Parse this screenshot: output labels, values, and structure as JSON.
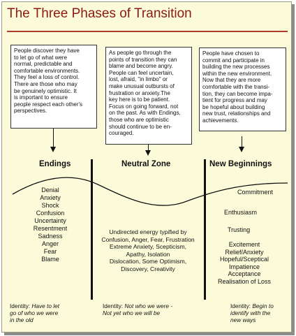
{
  "title": "The Three Phases of Transition",
  "callouts": {
    "endings": [
      "People discover they have",
      "to let go of what were",
      "normal, predictable and",
      "comfortable environments.",
      "They feel a loss of control.",
      "There are those who may",
      "be genuinely optimistic.  It",
      "is important to ensure",
      "people respect each other's",
      "perspectives."
    ],
    "neutral": [
      "As people go through the",
      "points of transition they can",
      "blame and become angry.",
      "People can feel uncertain,",
      "lost, afraid, \"in limbo\" or",
      "make unusual outbursts of",
      "frustration or anxiety.The",
      "key here is to be patient.",
      "Focus on going forward, not",
      "on the past.  As with Endings,",
      "those who are optimistic",
      "should continue to be en-",
      "couraged."
    ],
    "beginnings": [
      "People have chosen to",
      "commit and participate in",
      "building the new processes",
      "within the new environment.",
      "Now that they are more",
      "comfortable with the transi-",
      "tion, they can become impa-",
      "tient for progress and may",
      "be hopeful about building",
      "new trust, relationships and",
      "achievements."
    ]
  },
  "phases": {
    "endings": "Endings",
    "neutral": "Neutral Zone",
    "beginnings": "New Beginnings"
  },
  "endings_emotions": [
    "Denial",
    "Anxiety",
    "Shock",
    "Confusion",
    "Uncertainty",
    "Resentment",
    "Sadness",
    "Anger",
    "Fear",
    "Blame"
  ],
  "neutral_emotions": [
    "Undirected energy typified by",
    "Confusion, Anger, Fear, Frustration",
    "Extreme Anxiety, Scepticism,",
    "Apathy, Isolation",
    "Dislocation, Some Optimism,",
    "Discovery, Creativity"
  ],
  "beginnings_emotions": {
    "commitment": "Commitment",
    "enthusiasm": "Enthusiasm",
    "trusting": "Trusting",
    "stack": [
      "Excitement",
      "Relief/Anxiety",
      "Hopeful/Sceptical",
      "Impatience",
      "Acceptance",
      "Realisation of Loss"
    ]
  },
  "identity": {
    "label": "Identity:",
    "endings_line1": "Have to let",
    "endings_line2": "go of who we were",
    "endings_line3": "in the old",
    "neutral_line1": "Not who we were -",
    "neutral_line2": "Not yet who we will be",
    "beginnings_line1": "Begin to",
    "beginnings_line2": "identify with the",
    "beginnings_line3": "new ways"
  }
}
